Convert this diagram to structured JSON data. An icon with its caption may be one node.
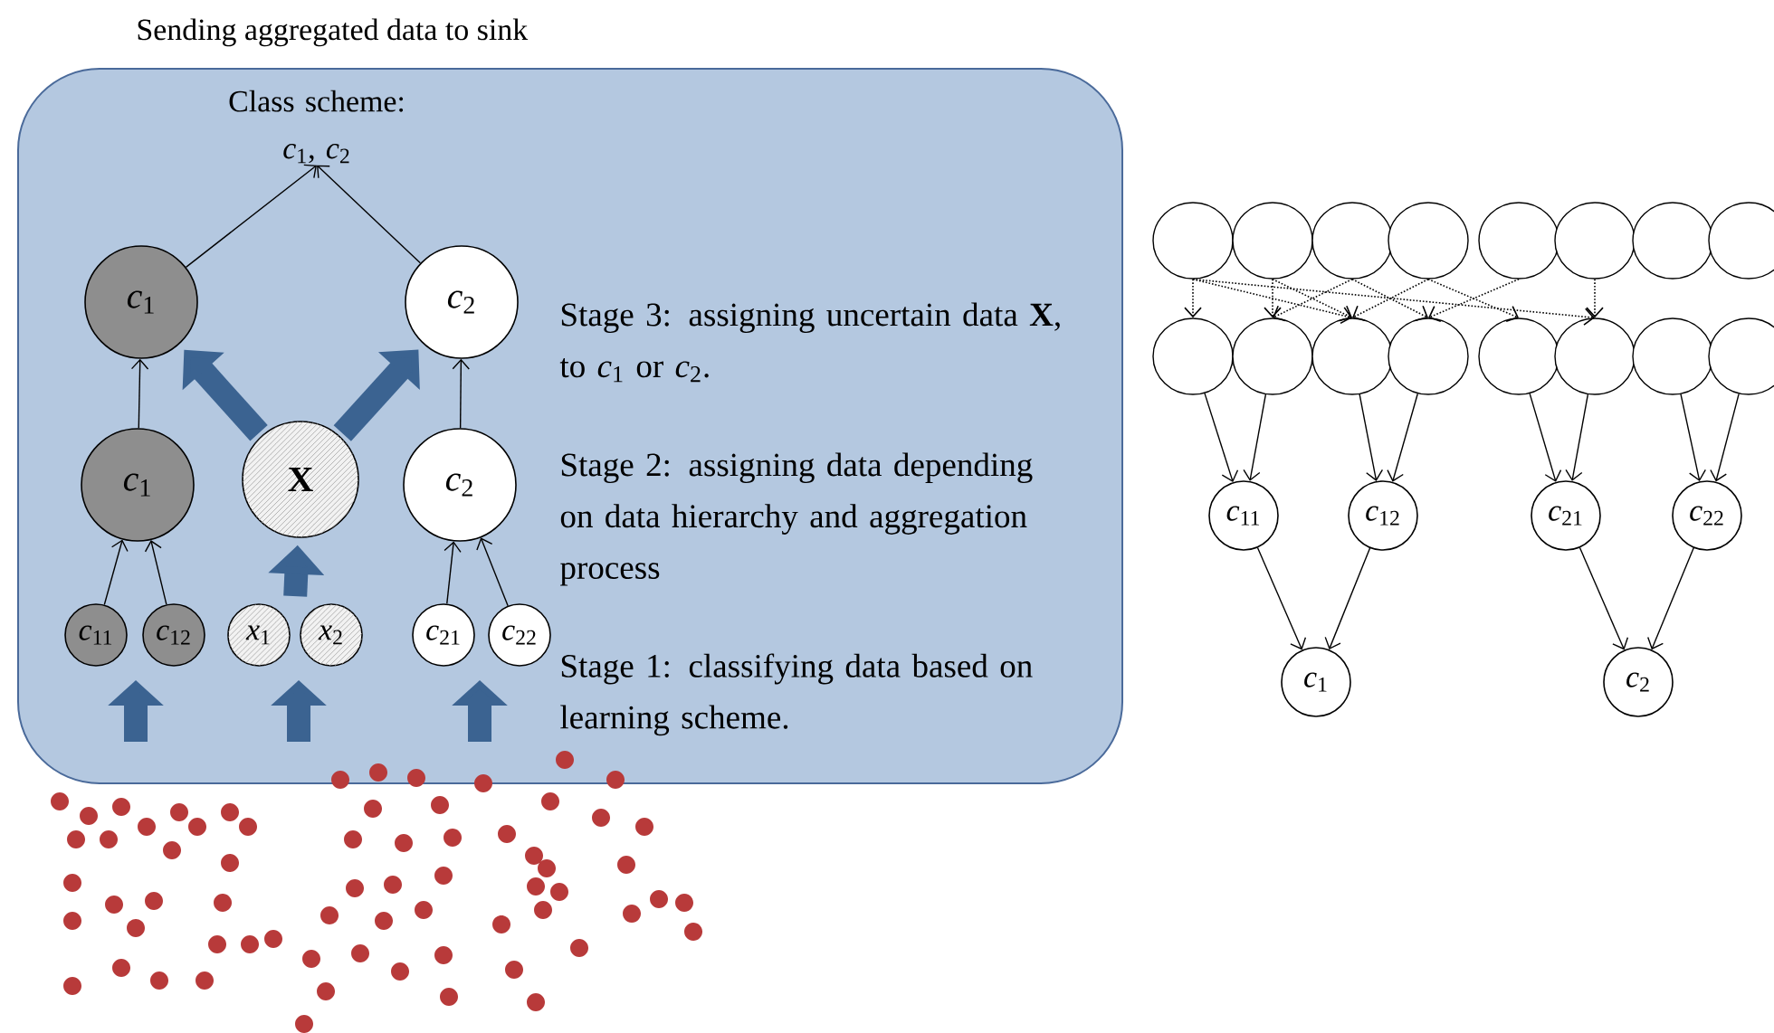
{
  "diagram": {
    "nodes": [
      {
        "text": [
          "Sending aggregated data to sink"
        ]
      },
      {
        "text": [
          "Class scheme: *c*$_{1}$, *c*$_{2}$"
        ],
        "in": 0
      },
      {
        "text": [
          "*c*$_{1}$"
        ],
        "in": 0
      },
      {
        "text": [
          "*c*$_{2}$"
        ],
        "in": 0
      },
      {
        "text": [
          "*c*$_{1}$"
        ],
        "in": 0
      },
      {
        "text": [
          "X"
        ],
        "in": 0
      },
      {
        "text": [
          "*c*$_{2}$"
        ],
        "in": 0
      },
      {
        "text": [
          "*c*$_{11}$"
        ],
        "in": 0
      },
      {
        "text": [
          "*c*$_{12}$"
        ],
        "in": 0
      },
      {
        "text": [
          "*x*$_{1}$"
        ],
        "in": 0
      },
      {
        "text": [
          "*x*$_{2}$"
        ],
        "in": 0
      },
      {
        "text": [
          "*c*$_{21}$"
        ],
        "in": 0
      },
      {
        "text": [
          "*c*$_{22}$"
        ],
        "in": 0
      },
      {
        "text": [],
        "shape": "circle"
      },
      {
        "text": [],
        "shape": "circle"
      },
      {
        "text": [],
        "shape": "circle"
      },
      {
        "text": [],
        "shape": "circle"
      },
      {
        "text": [],
        "shape": "circle"
      },
      {
        "text": [],
        "shape": "circle"
      },
      {
        "text": [],
        "shape": "circle"
      },
      {
        "text": [],
        "shape": "circle"
      },
      {
        "text": [],
        "shape": "circle"
      },
      {
        "text": [],
        "shape": "circle"
      },
      {
        "text": [],
        "shape": "circle"
      },
      {
        "text": [],
        "shape": "circle"
      },
      {
        "text": [],
        "shape": "circle"
      },
      {
        "text": [],
        "shape": "circle"
      },
      {
        "text": [],
        "shape": "circle"
      },
      {
        "text": [],
        "shape": "circle"
      },
      {
        "text": [
          "*c*$_{11}$"
        ]
      },
      {
        "text": [
          "*c*$_{12}$"
        ]
      },
      {
        "text": [
          "*c*$_{21}$"
        ]
      },
      {
        "text": [
          "*c*$_{22}$"
        ]
      },
      {
        "text": [
          "*c*$_{1}$"
        ]
      },
      {
        "text": [
          "*c*$_{2}$"
        ]
      }
    ],
    "edges": [
      {
        "from": 2,
        "to": 1,
        "arrow": "to"
      },
      {
        "from": 3,
        "to": 1,
        "arrow": "to"
      },
      {
        "from": 4,
        "to": 2,
        "arrow": "to"
      },
      {
        "from": 6,
        "to": 3,
        "arrow": "to"
      },
      {
        "from": 7,
        "to": 4,
        "arrow": "to"
      },
      {
        "from": 8,
        "to": 4,
        "arrow": "to"
      },
      {
        "from": 11,
        "to": 6,
        "arrow": "to"
      },
      {
        "from": 12,
        "to": 6,
        "arrow": "to"
      },
      {
        "from": 5,
        "to": 2,
        "arrow": "to",
        "style": "thick",
        "color": "#3b6391"
      },
      {
        "from": 5,
        "to": 3,
        "arrow": "to",
        "style": "thick",
        "color": "#3b6391"
      },
      {
        "from": 9,
        "to": 5,
        "arrow": "to",
        "style": "thick",
        "color": "#3b6391"
      },
      {
        "from": 10,
        "to": 5,
        "arrow": "to",
        "style": "thick",
        "color": "#3b6391"
      },
      {
        "from": 13,
        "to": 21,
        "arrow": "to",
        "style": "dashed"
      },
      {
        "from": 13,
        "to": 23,
        "arrow": "to",
        "style": "dashed"
      },
      {
        "from": 13,
        "to": 26,
        "arrow": "to",
        "style": "dashed"
      },
      {
        "from": 14,
        "to": 22,
        "arrow": "to",
        "style": "dashed"
      },
      {
        "from": 14,
        "to": 23,
        "arrow": "to",
        "style": "dashed"
      },
      {
        "from": 15,
        "to": 22,
        "arrow": "to",
        "style": "dashed"
      },
      {
        "from": 15,
        "to": 24,
        "arrow": "to",
        "style": "dashed"
      },
      {
        "from": 16,
        "to": 23,
        "arrow": "to",
        "style": "dashed"
      },
      {
        "from": 16,
        "to": 25,
        "arrow": "to",
        "style": "dashed"
      },
      {
        "from": 17,
        "to": 24,
        "arrow": "to",
        "style": "dashed"
      },
      {
        "from": 18,
        "to": 26,
        "arrow": "to",
        "style": "dashed"
      },
      {
        "from": 21,
        "to": 29,
        "arrow": "to"
      },
      {
        "from": 22,
        "to": 29,
        "arrow": "to"
      },
      {
        "from": 23,
        "to": 30,
        "arrow": "to"
      },
      {
        "from": 24,
        "to": 30,
        "arrow": "to"
      },
      {
        "from": 25,
        "to": 31,
        "arrow": "to"
      },
      {
        "from": 26,
        "to": 31,
        "arrow": "to"
      },
      {
        "from": 27,
        "to": 32,
        "arrow": "to"
      },
      {
        "from": 28,
        "to": 32,
        "arrow": "to"
      },
      {
        "from": 29,
        "to": 33,
        "arrow": "to"
      },
      {
        "from": 30,
        "to": 33,
        "arrow": "to"
      },
      {
        "from": 31,
        "to": 34,
        "arrow": "to"
      },
      {
        "from": 32,
        "to": 34,
        "arrow": "to"
      }
    ],
    "labels": [
      "Stage 3: assigning uncertain data **X**, to *c*$_{1}$ or *c*$_{2}$.",
      "Stage 2: assigning data depending on data hierarchy and aggregation process",
      "Stage 1: classifying data based on learning scheme."
    ]
  }
}
